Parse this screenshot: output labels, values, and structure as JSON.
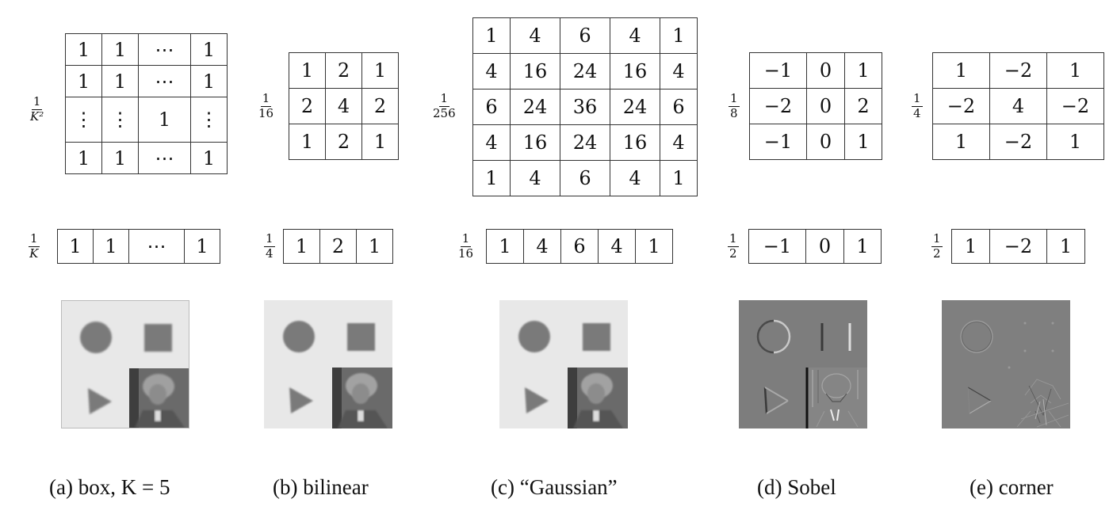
{
  "figure": {
    "panels": [
      {
        "id": "a",
        "caption": "(a) box, K = 5",
        "kernel2d": {
          "scale": {
            "num": "1",
            "den": "K²"
          },
          "rows": [
            [
              "1",
              "1",
              "⋯",
              "1"
            ],
            [
              "1",
              "1",
              "⋯",
              "1"
            ],
            [
              "⋮",
              "⋮",
              "1",
              "⋮"
            ],
            [
              "1",
              "1",
              "⋯",
              "1"
            ]
          ]
        },
        "kernel1d": {
          "scale": {
            "num": "1",
            "den": "K"
          },
          "cells": [
            "1",
            "1",
            "⋯",
            "1"
          ]
        },
        "image": {
          "description": "box-blurred test image (circle, square, triangle, portrait)",
          "background": "#e8e8e8",
          "shape_color": "#7a7a7a"
        }
      },
      {
        "id": "b",
        "caption": "(b) bilinear",
        "kernel2d": {
          "scale": {
            "num": "1",
            "den": "16"
          },
          "rows": [
            [
              "1",
              "2",
              "1"
            ],
            [
              "2",
              "4",
              "2"
            ],
            [
              "1",
              "2",
              "1"
            ]
          ]
        },
        "kernel1d": {
          "scale": {
            "num": "1",
            "den": "4"
          },
          "cells": [
            "1",
            "2",
            "1"
          ]
        },
        "image": {
          "description": "bilinear-filtered test image",
          "background": "#e8e8e8",
          "shape_color": "#7a7a7a"
        }
      },
      {
        "id": "c",
        "caption": "(c) “Gaussian”",
        "kernel2d": {
          "scale": {
            "num": "1",
            "den": "256"
          },
          "rows": [
            [
              "1",
              "4",
              "6",
              "4",
              "1"
            ],
            [
              "4",
              "16",
              "24",
              "16",
              "4"
            ],
            [
              "6",
              "24",
              "36",
              "24",
              "6"
            ],
            [
              "4",
              "16",
              "24",
              "16",
              "4"
            ],
            [
              "1",
              "4",
              "6",
              "4",
              "1"
            ]
          ]
        },
        "kernel1d": {
          "scale": {
            "num": "1",
            "den": "16"
          },
          "cells": [
            "1",
            "4",
            "6",
            "4",
            "1"
          ]
        },
        "image": {
          "description": "Gaussian-filtered test image",
          "background": "#e8e8e8",
          "shape_color": "#7a7a7a"
        }
      },
      {
        "id": "d",
        "caption": "(d) Sobel",
        "kernel2d": {
          "scale": {
            "num": "1",
            "den": "8"
          },
          "rows": [
            [
              "−1",
              "0",
              "1"
            ],
            [
              "−2",
              "0",
              "2"
            ],
            [
              "−1",
              "0",
              "1"
            ]
          ]
        },
        "kernel1d": {
          "scale": {
            "num": "1",
            "den": "2"
          },
          "cells": [
            "−1",
            "0",
            "1"
          ]
        },
        "image": {
          "description": "Sobel edge response",
          "background": "#7d7d7d"
        }
      },
      {
        "id": "e",
        "caption": "(e) corner",
        "kernel2d": {
          "scale": {
            "num": "1",
            "den": "4"
          },
          "rows": [
            [
              "1",
              "−2",
              "1"
            ],
            [
              "−2",
              "4",
              "−2"
            ],
            [
              "1",
              "−2",
              "1"
            ]
          ]
        },
        "kernel1d": {
          "scale": {
            "num": "1",
            "den": "2"
          },
          "cells": [
            "1",
            "−2",
            "1"
          ]
        },
        "image": {
          "description": "corner detector response",
          "background": "#7f7f7f"
        }
      }
    ]
  }
}
